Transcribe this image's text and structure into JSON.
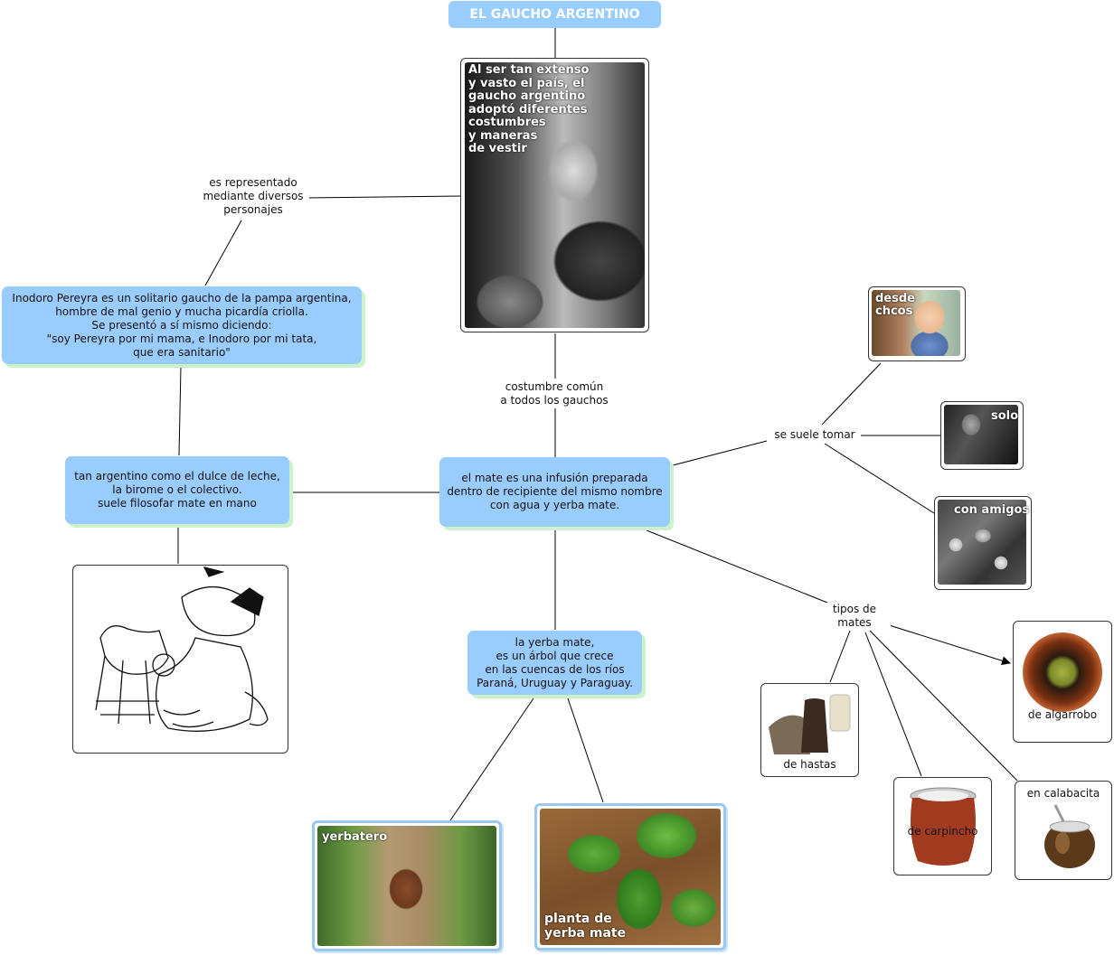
{
  "title": "EL GAUCHO ARGENTINO",
  "concepts": {
    "inodoro": "Inodoro Pereyra es un solitario gaucho de la pampa argentina,\nhombre de mal genio y mucha picardía criolla.\nSe presentó a sí mismo diciendo:\n\"soy Pereyra por mi mama, e Inodoro por mi  tata,\nque era sanitario\"",
    "argentino": "tan argentino como el dulce de leche,\nla birome o el colectivo.\nsuele filosofar mate en mano",
    "mate": "el mate es una infusión preparada\ndentro de recipiente del mismo nombre\ncon agua y yerba mate.",
    "yerba": "la yerba mate,\nes un árbol que crece\nen las cuencas de los ríos\nParaná, Uruguay y Paraguay."
  },
  "link_labels": {
    "representado": "es representado\nmediante diversos\npersonajes",
    "costumbre": "costumbre común\na todos los gauchos",
    "tomar": "se suele tomar",
    "tipos": "tipos de\nmates"
  },
  "images": {
    "gaucho_caption": "Al ser tan extenso\ny vasto el país, el\n gaucho argentino\nadoptó diferentes\ncostumbres\ny maneras\n de vestir",
    "desde_chicos": "desde\nchcos",
    "solo": "solo",
    "con_amigos": "con amigos",
    "algarrobo": "de algarrobo",
    "hastas": "de hastas",
    "carpincho": "de carpincho",
    "calabacita": "en calabacita",
    "yerbatero": "yerbatero",
    "planta": "planta de\nyerba mate"
  },
  "colors": {
    "concept": "#99ccff",
    "shadow": "#ccf2cc",
    "frame": "#9cc7ee"
  }
}
